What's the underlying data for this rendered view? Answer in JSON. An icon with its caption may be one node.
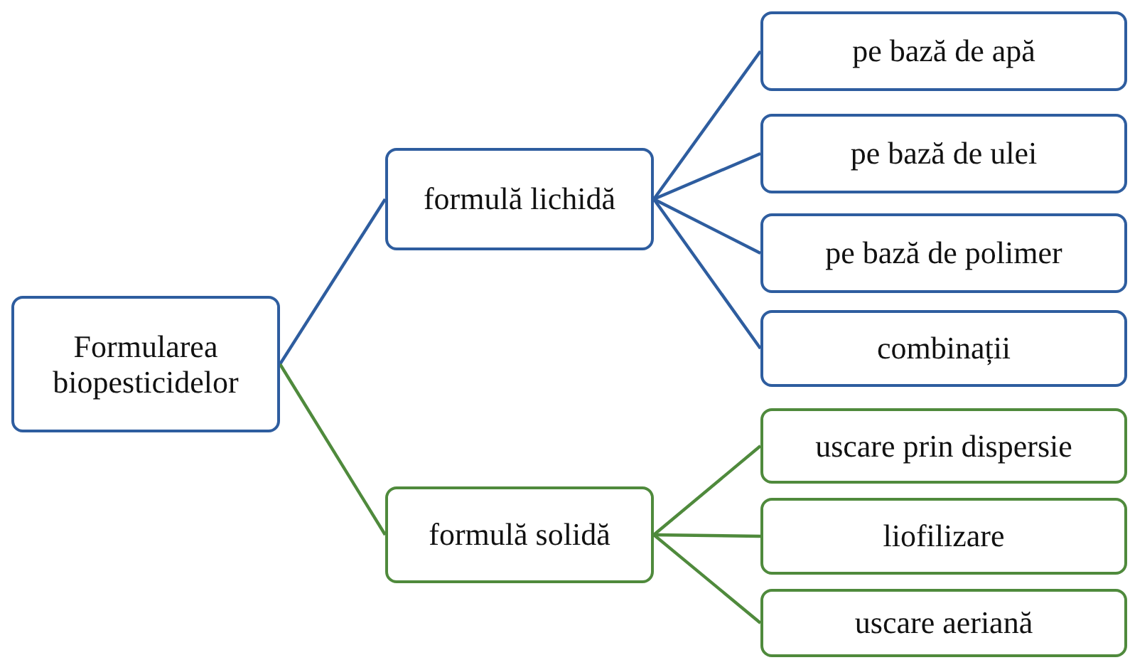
{
  "diagram": {
    "nodes": [
      {
        "text": [
          "Formularea biopesticidelor"
        ]
      },
      {
        "text": [
          "formulă lichidă"
        ]
      },
      {
        "text": [
          "pe bază de apă"
        ]
      },
      {
        "text": [
          "pe bază de ulei"
        ]
      },
      {
        "text": [
          "pe bază de polimer"
        ]
      },
      {
        "text": [
          "combinații"
        ]
      },
      {
        "text": [
          "formulă solidă"
        ]
      },
      {
        "text": [
          "uscare prin dispersie"
        ]
      },
      {
        "text": [
          "liofilizare"
        ]
      },
      {
        "text": [
          "uscare aeriană"
        ]
      }
    ],
    "edges": [
      {
        "from": 0,
        "to": 1,
        "arrow": "none"
      },
      {
        "from": 1,
        "to": 2,
        "arrow": "none"
      },
      {
        "from": 1,
        "to": 3,
        "arrow": "none"
      },
      {
        "from": 1,
        "to": 4,
        "arrow": "none"
      },
      {
        "from": 1,
        "to": 5,
        "arrow": "none"
      },
      {
        "from": 0,
        "to": 6,
        "arrow": "none",
        "color": "#4f8a3c"
      },
      {
        "from": 6,
        "to": 7,
        "arrow": "none",
        "color": "#4f8a3c"
      },
      {
        "from": 6,
        "to": 8,
        "arrow": "none",
        "color": "#4f8a3c"
      },
      {
        "from": 6,
        "to": 9,
        "arrow": "none",
        "color": "#4f8a3c"
      }
    ]
  }
}
